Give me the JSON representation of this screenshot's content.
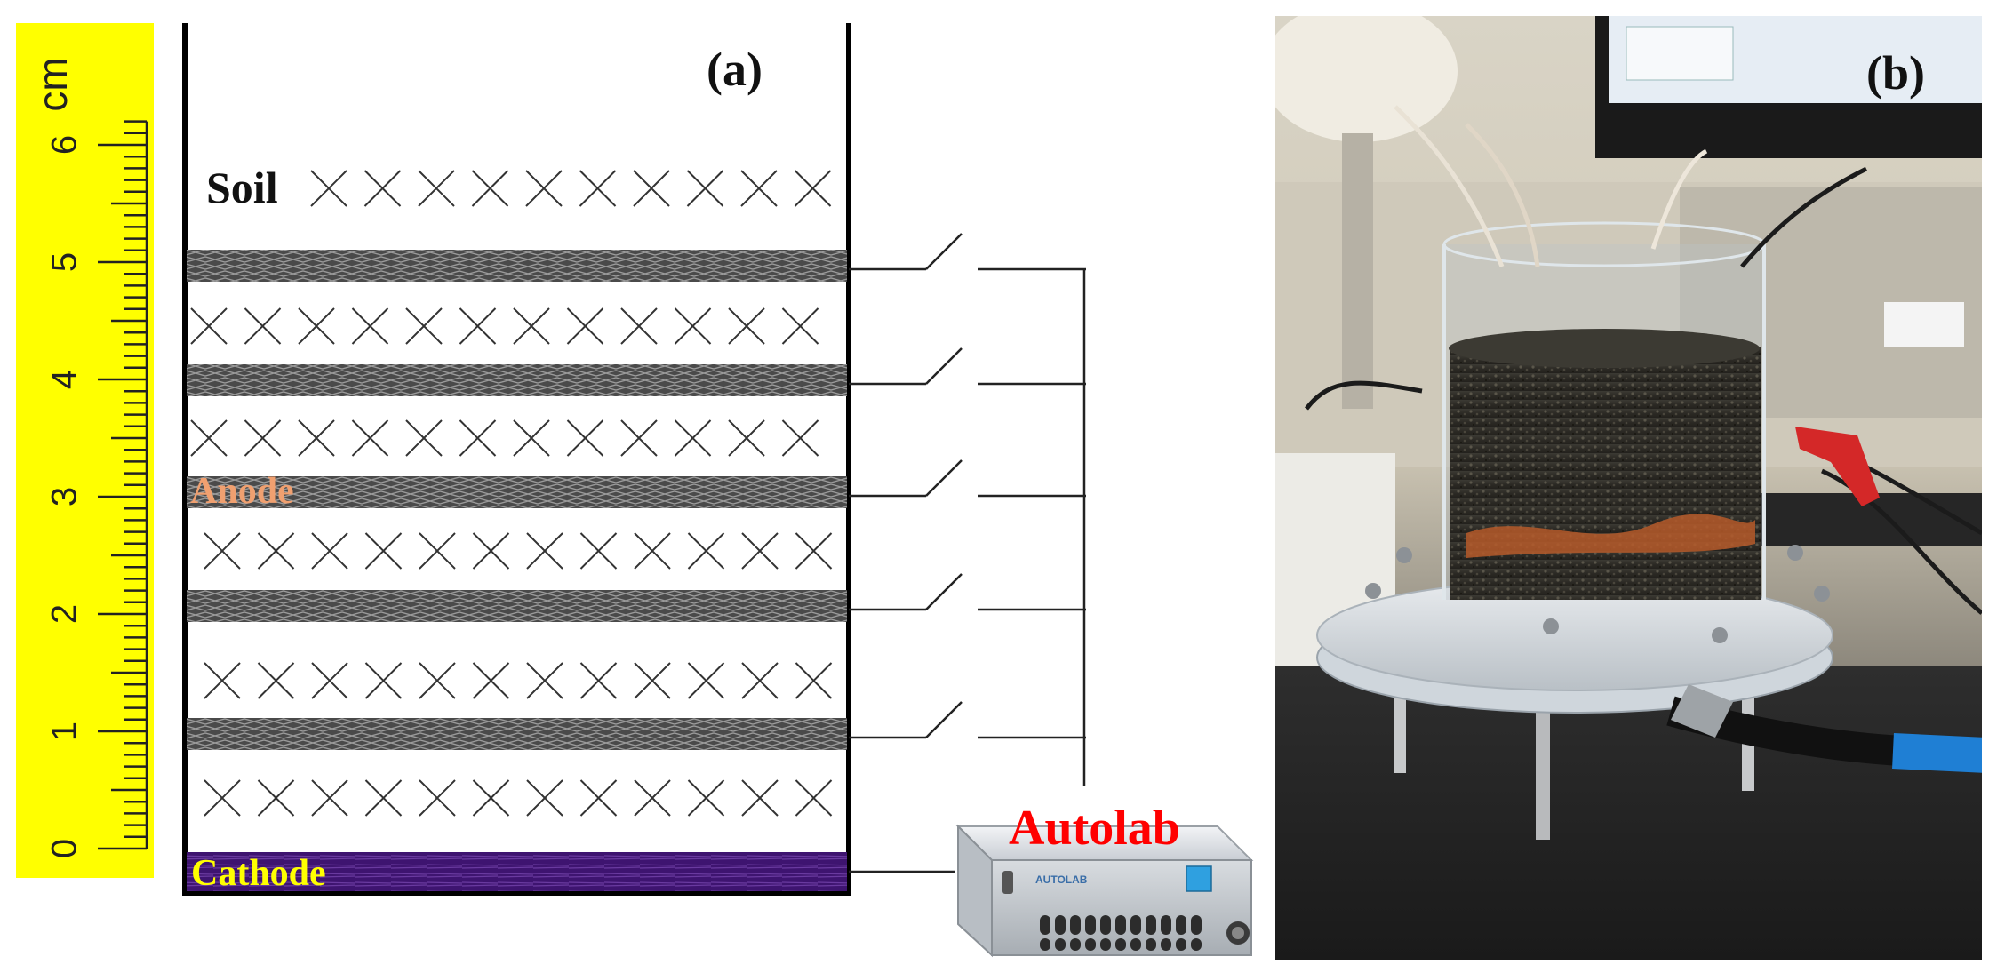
{
  "panel_a": {
    "label": "(a)",
    "ruler": {
      "unit": "cm",
      "ticks": [
        "0",
        "1",
        "2",
        "3",
        "4",
        "5",
        "6"
      ]
    },
    "labels": {
      "soil": "Soil",
      "anode": "Anode",
      "cathode": "Cathode",
      "instrument": "Autolab"
    },
    "device_text": {
      "brand": "AUTOLAB"
    },
    "colors": {
      "ruler_yellow": "#ffff00",
      "mesh_dark": "#3a3a3a",
      "cathode_purple": "#4a1a78",
      "anode_label": "#f0a070",
      "cathode_label": "#ffff00",
      "instrument_label": "#ff0000",
      "device_screen": "#2fa0e0"
    },
    "anode_layer_count": 5,
    "soil_layer_count": 6
  },
  "panel_b": {
    "label": "(b)",
    "description_icon": "photo-soil-column"
  }
}
